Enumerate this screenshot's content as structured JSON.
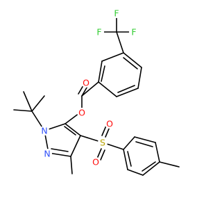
{
  "molecule": {
    "atoms": [
      {
        "label": "F",
        "color": "#33cc33"
      },
      {
        "label": "F",
        "color": "#33cc33"
      },
      {
        "label": "F",
        "color": "#33cc33"
      },
      {
        "label": "O",
        "color": "#ff0d0d"
      },
      {
        "label": "O",
        "color": "#ff0d0d"
      },
      {
        "label": "N",
        "color": "#3050f8"
      },
      {
        "label": "N",
        "color": "#3050f8"
      },
      {
        "label": "S",
        "color": "#b8a300"
      },
      {
        "label": "O",
        "color": "#ff0d0d"
      },
      {
        "label": "O",
        "color": "#ff0d0d"
      }
    ],
    "bond_color": "#000000",
    "background": "#ffffff"
  }
}
